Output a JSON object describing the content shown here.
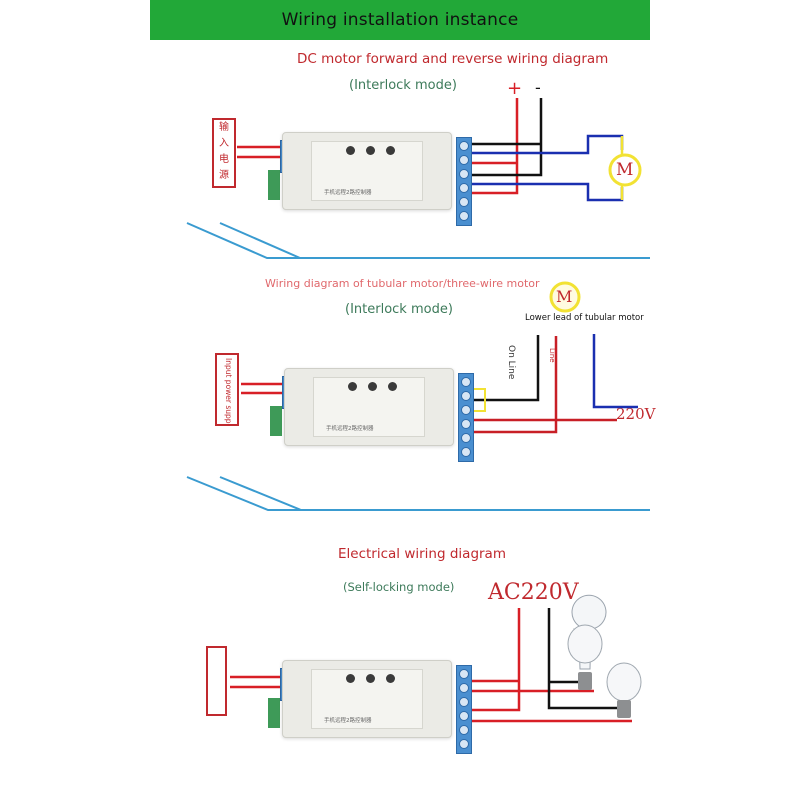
{
  "banner": {
    "title": "Wiring installation instance",
    "color": "#22a838"
  },
  "sections": [
    {
      "title": "DC motor forward and reverse wiring diagram",
      "mode": "(Interlock mode)",
      "input_label": "输入电源",
      "polarity": {
        "plus": "+",
        "minus": "-"
      },
      "motor_symbol": "M",
      "device_label": "手机远程2路控制器"
    },
    {
      "title": "Wiring diagram of tubular motor/three-wire motor",
      "mode": "(Interlock mode)",
      "input_label": "Input power supply",
      "motor_symbol": "M",
      "motor_caption": "Lower lead of tubular motor",
      "wire_labels": {
        "black": "On Line",
        "red": "Line"
      },
      "voltage": "220V",
      "device_label": "手机远程2路控制器"
    },
    {
      "title": "Electrical wiring diagram",
      "mode": "(Self-locking mode)",
      "voltage": "AC220V",
      "device_label": "手机远程2路控制器"
    }
  ],
  "colors": {
    "red": "#d81f26",
    "black": "#111111",
    "blue": "#1a2fb0",
    "yellow": "#f2e233",
    "divider": "#3a9bd0"
  }
}
